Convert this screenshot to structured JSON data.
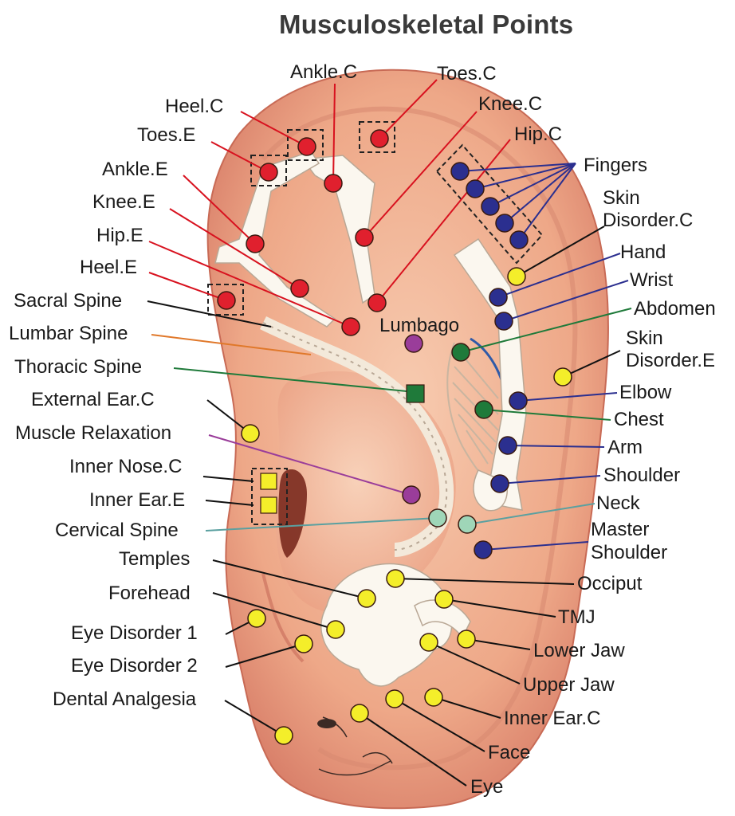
{
  "title": "Musculoskeletal Points",
  "colors": {
    "red": "#e0202e",
    "blue": "#2b2f8f",
    "yellow": "#f4ee2a",
    "green": "#1f7a3a",
    "purple": "#9a3d9a",
    "mint": "#9fd6b8",
    "skin": "#f2b89a",
    "skin_dark": "#d8806a"
  },
  "labels": {
    "ankle_c": "Ankle.C",
    "toes_c": "Toes.C",
    "heel_c": "Heel.C",
    "knee_c": "Knee.C",
    "toes_e": "Toes.E",
    "hip_c": "Hip.C",
    "fingers": "Fingers",
    "ankle_e": "Ankle.E",
    "skin_disorder_c_1": "Skin",
    "skin_disorder_c_2": "Disorder.C",
    "knee_e": "Knee.E",
    "hip_e": "Hip.E",
    "hand": "Hand",
    "heel_e": "Heel.E",
    "wrist": "Wrist",
    "sacral_spine": "Sacral Spine",
    "abdomen": "Abdomen",
    "lumbar_spine": "Lumbar Spine",
    "lumbago": "Lumbago",
    "skin_disorder_e_1": "Skin",
    "skin_disorder_e_2": "Disorder.E",
    "thoracic_spine": "Thoracic Spine",
    "external_ear_c": "External Ear.C",
    "elbow": "Elbow",
    "chest": "Chest",
    "muscle_relaxation": "Muscle Relaxation",
    "arm": "Arm",
    "inner_nose_c": "Inner Nose.C",
    "shoulder": "Shoulder",
    "inner_ear_e": "Inner Ear.E",
    "neck": "Neck",
    "cervical_spine": "Cervical Spine",
    "master_shoulder_1": "Master",
    "master_shoulder_2": "Shoulder",
    "temples": "Temples",
    "occiput": "Occiput",
    "forehead": "Forehead",
    "tmj": "TMJ",
    "eye_disorder_1": "Eye Disorder 1",
    "lower_jaw": "Lower Jaw",
    "eye_disorder_2": "Eye Disorder 2",
    "upper_jaw": "Upper Jaw",
    "dental_analgesia": "Dental Analgesia",
    "inner_ear_c": "Inner Ear.C",
    "face": "Face",
    "eye": "Eye"
  }
}
